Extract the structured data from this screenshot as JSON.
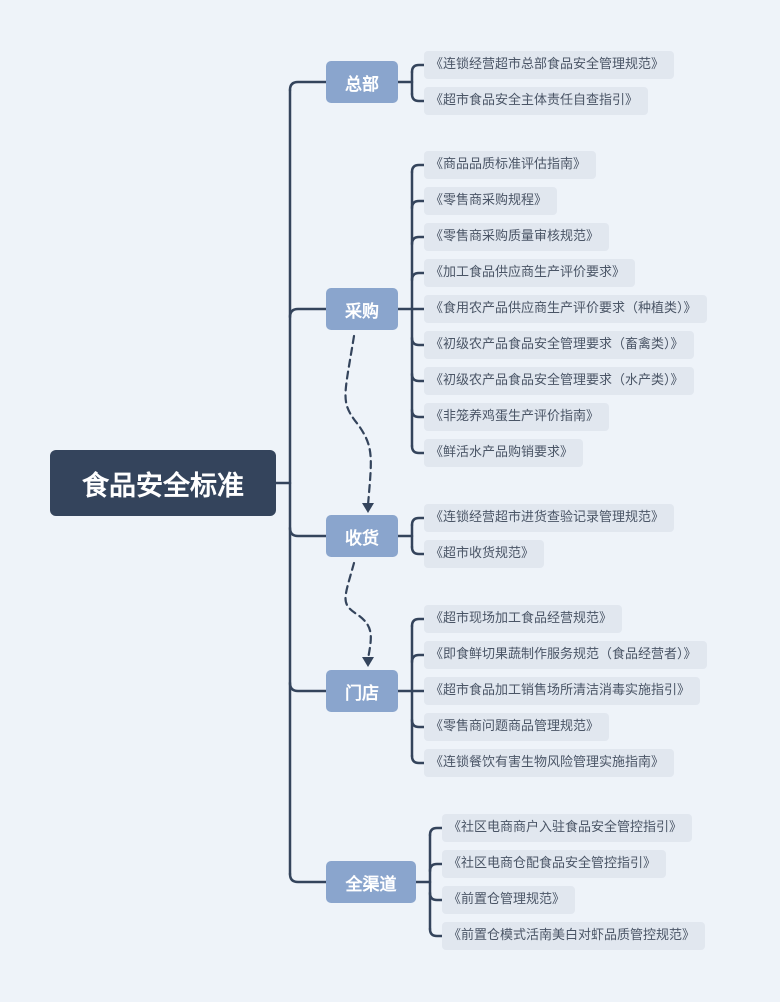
{
  "root": {
    "label": "食品安全标准"
  },
  "categories": [
    {
      "label": "总部",
      "items": [
        "《连锁经营超市总部食品安全管理规范》",
        "《超市食品安全主体责任自查指引》"
      ]
    },
    {
      "label": "采购",
      "items": [
        "《商品品质标准评估指南》",
        "《零售商采购规程》",
        "《零售商采购质量审核规范》",
        "《加工食品供应商生产评价要求》",
        "《食用农产品供应商生产评价要求（种植类）》",
        "《初级农产品食品安全管理要求（畜禽类）》",
        "《初级农产品食品安全管理要求（水产类）》",
        "《非笼养鸡蛋生产评价指南》",
        "《鲜活水产品购销要求》"
      ]
    },
    {
      "label": "收货",
      "items": [
        "《连锁经营超市进货查验记录管理规范》",
        "《超市收货规范》"
      ]
    },
    {
      "label": "门店",
      "items": [
        "《超市现场加工食品经营规范》",
        "《即食鲜切果蔬制作服务规范（食品经营者）》",
        "《超市食品加工销售场所清洁消毒实施指引》",
        "《零售商问题商品管理规范》",
        "《连锁餐饮有害生物风险管理实施指南》"
      ]
    },
    {
      "label": "全渠道",
      "items": [
        "《社区电商商户入驻食品安全管控指引》",
        "《社区电商仓配食品安全管控指引》",
        "《前置仓管理规范》",
        "《前置仓模式活南美白对虾品质管控规范》"
      ]
    }
  ],
  "colors": {
    "background": "#eef3f9",
    "root_fill": "#34445c",
    "category_fill": "#8aa5cd",
    "leaf_fill": "#e1e7ef",
    "connector": "#34445c",
    "leaf_text": "#4a5566"
  }
}
